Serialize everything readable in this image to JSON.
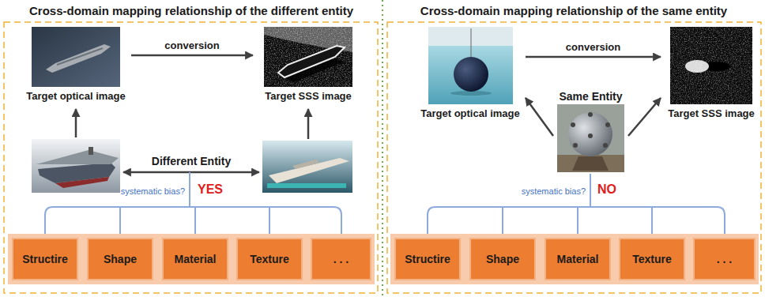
{
  "diagram": {
    "nodes": [
      {
        "text": [
          "Cross-domain mapping relationship of the different entity"
        ]
      },
      {
        "text": [
          "Target optical image"
        ],
        "in": 0
      },
      {
        "text": [
          "Target SSS image"
        ],
        "in": 0
      },
      {
        "text": [
          "Structire"
        ],
        "in": 0
      },
      {
        "text": [
          "Shape"
        ],
        "in": 0
      },
      {
        "text": [
          "Material"
        ],
        "in": 0
      },
      {
        "text": [
          "Texture"
        ],
        "in": 0
      },
      {
        "text": [
          ". . ."
        ],
        "in": 0
      },
      {
        "text": [
          "Cross-domain mapping relationship of the same entity"
        ]
      },
      {
        "text": [
          "Target optical image"
        ],
        "in": 8
      },
      {
        "text": [
          "Target SSS image"
        ],
        "in": 8
      },
      {
        "text": [
          "Same Entity"
        ],
        "in": 8
      },
      {
        "text": [
          "Structire"
        ],
        "in": 8
      },
      {
        "text": [
          "Shape"
        ],
        "in": 8
      },
      {
        "text": [
          "Material"
        ],
        "in": 8
      },
      {
        "text": [
          "Texture"
        ],
        "in": 8
      },
      {
        "text": [
          ". . ."
        ],
        "in": 8
      }
    ],
    "edges": [
      {
        "from": 1,
        "to": 2,
        "label": "conversion",
        "arrow": "to"
      },
      {
        "from": 9,
        "to": 10,
        "label": "conversion",
        "arrow": "to"
      },
      {
        "from": 11,
        "to": 9,
        "arrow": "to"
      },
      {
        "from": 11,
        "to": 10,
        "arrow": "to"
      }
    ],
    "labels": [
      "Different Entity",
      "systematic bias?",
      "YES",
      "systematic bias?",
      "NO"
    ]
  }
}
